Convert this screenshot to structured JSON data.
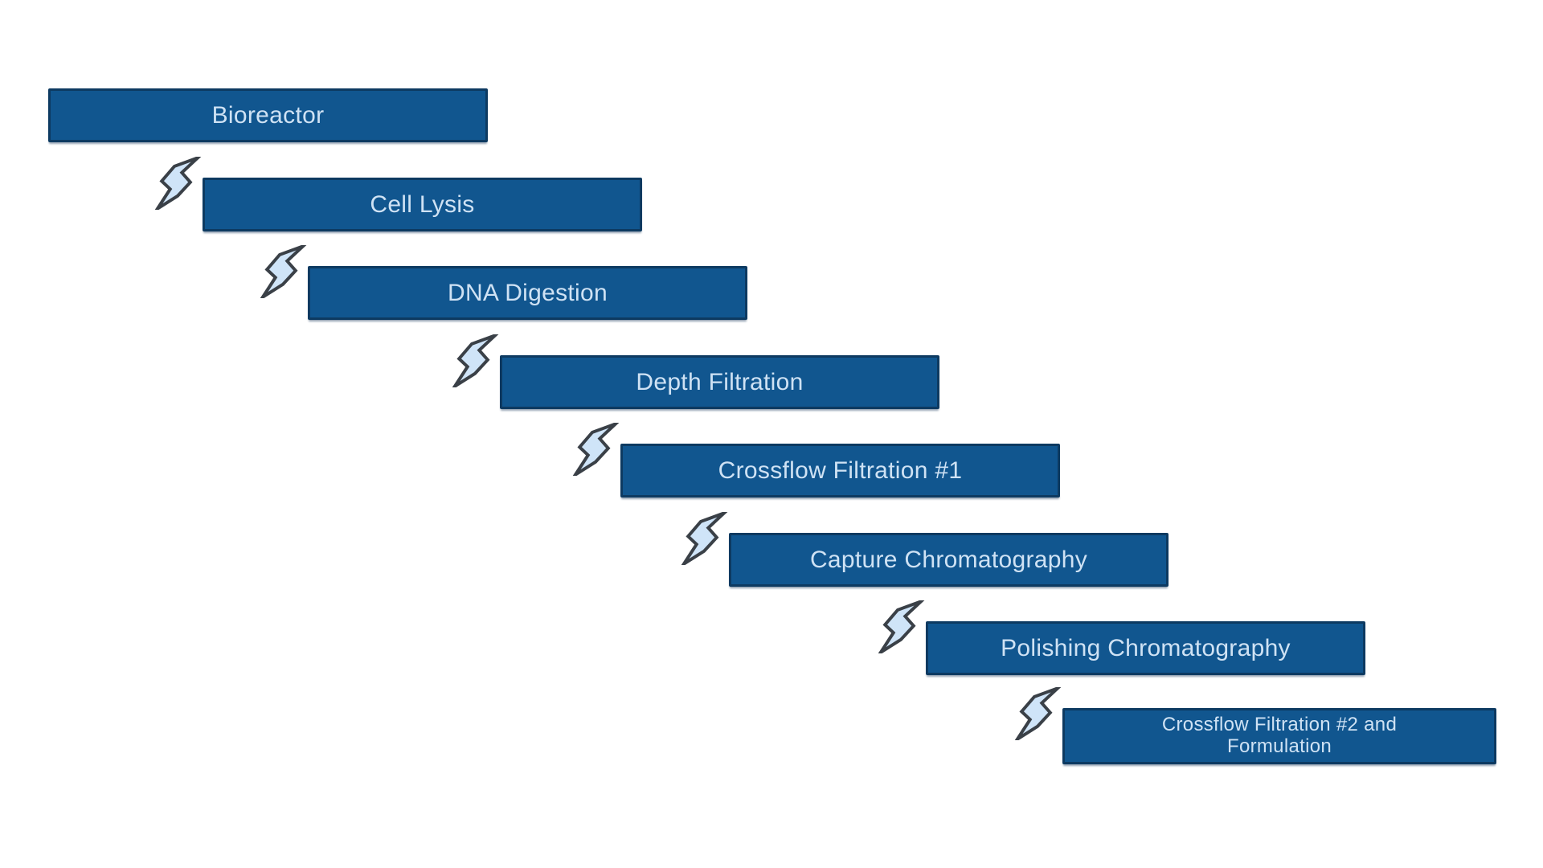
{
  "colors": {
    "box_fill": "#11568f",
    "box_border": "#0d3a61",
    "box_text": "#cfe2f4",
    "arrow_fill": "#cfe4f8",
    "arrow_outline": "#3a4047",
    "background": "#ffffff"
  },
  "flow": {
    "type": "staircase-process-flow",
    "steps": [
      {
        "label": "Bioreactor"
      },
      {
        "label": "Cell Lysis"
      },
      {
        "label": "DNA Digestion"
      },
      {
        "label": "Depth Filtration"
      },
      {
        "label": "Crossflow Filtration #1"
      },
      {
        "label": "Capture Chromatography"
      },
      {
        "label": "Polishing Chromatography"
      },
      {
        "label": "Crossflow Filtration #2 and Formulation"
      }
    ],
    "connector_icon": "lightning-arrow-icon",
    "connector_count": 7
  }
}
